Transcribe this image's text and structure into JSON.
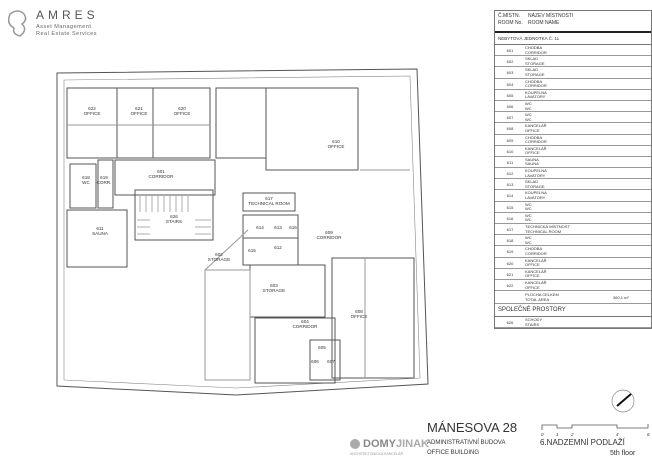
{
  "logo": {
    "brand": "AMRES",
    "line1": "Asset Management",
    "line2": "Real Estate Services"
  },
  "plan": {
    "rooms": [
      {
        "no": "622",
        "name": "OFFICE"
      },
      {
        "no": "621",
        "name": "OFFICE"
      },
      {
        "no": "620",
        "name": "OFFICE"
      },
      {
        "no": "610",
        "name": "OFFICE"
      },
      {
        "no": "618",
        "name": "WC"
      },
      {
        "no": "619",
        "name": "CORR."
      },
      {
        "no": "601",
        "name": "CORRIDOR"
      },
      {
        "no": "617",
        "name": "TECHNICAL ROOM"
      },
      {
        "no": "626",
        "name": "STAIRS"
      },
      {
        "no": "611",
        "name": "SAUNA"
      },
      {
        "no": "614",
        "name": ""
      },
      {
        "no": "613",
        "name": ""
      },
      {
        "no": "616",
        "name": ""
      },
      {
        "no": "609",
        "name": "CORRIDOR"
      },
      {
        "no": "615",
        "name": ""
      },
      {
        "no": "612",
        "name": ""
      },
      {
        "no": "602",
        "name": "STORAGE"
      },
      {
        "no": "603",
        "name": "STORAGE"
      },
      {
        "no": "608",
        "name": "OFFICE"
      },
      {
        "no": "604",
        "name": "CORRIDOR"
      },
      {
        "no": "605",
        "name": ""
      },
      {
        "no": "606",
        "name": ""
      },
      {
        "no": "607",
        "name": ""
      }
    ]
  },
  "legend": {
    "col1_cz": "Č.MÍSTN.",
    "col1_en": "ROOM No.",
    "col2_cz": "NÁZEV MÍSTNOSTI",
    "col2_en": "ROOM NAME",
    "section": "NEBYTOVÁ JEDNOTKA Č. 11",
    "rows": [
      {
        "no": "601",
        "cz": "CHODBA",
        "en": "CORRIDOR"
      },
      {
        "no": "602",
        "cz": "SKLAD",
        "en": "STORAGE"
      },
      {
        "no": "603",
        "cz": "SKLAD",
        "en": "STORAGE"
      },
      {
        "no": "604",
        "cz": "CHODBA",
        "en": "CORRIDOR"
      },
      {
        "no": "605",
        "cz": "KOUPELNA",
        "en": "LAVATORY"
      },
      {
        "no": "606",
        "cz": "WC",
        "en": "WC"
      },
      {
        "no": "607",
        "cz": "WC",
        "en": "WC"
      },
      {
        "no": "608",
        "cz": "KANCELÁŘ",
        "en": "OFFICE"
      },
      {
        "no": "609",
        "cz": "CHODBA",
        "en": "CORRIDOR"
      },
      {
        "no": "610",
        "cz": "KANCELÁŘ",
        "en": "OFFICE"
      },
      {
        "no": "611",
        "cz": "SAUNA",
        "en": "SAUNA"
      },
      {
        "no": "612",
        "cz": "KOUPELNA",
        "en": "LAVATORY"
      },
      {
        "no": "613",
        "cz": "SKLAD",
        "en": "STORAGE"
      },
      {
        "no": "614",
        "cz": "KOUPELNA",
        "en": "LAVATORY"
      },
      {
        "no": "615",
        "cz": "WC",
        "en": "WC"
      },
      {
        "no": "616",
        "cz": "WC",
        "en": "WC"
      },
      {
        "no": "617",
        "cz": "TECHNICKÁ MÍSTNOST",
        "en": "TECHNICAL ROOM"
      },
      {
        "no": "618",
        "cz": "WC",
        "en": "WC"
      },
      {
        "no": "619",
        "cz": "CHODBA",
        "en": "CORRIDOR"
      },
      {
        "no": "620",
        "cz": "KANCELÁŘ",
        "en": "OFFICE"
      },
      {
        "no": "621",
        "cz": "KANCELÁŘ",
        "en": "OFFICE"
      },
      {
        "no": "622",
        "cz": "KANCELÁŘ",
        "en": "OFFICE"
      }
    ],
    "total_cz": "PLOCHA CELKEM",
    "total_en": "TOTAL AREA",
    "total_value": "360,1 m²",
    "common": "SPOLEČNÉ PROSTORY",
    "common_rows": [
      {
        "no": "626",
        "cz": "SCHODY",
        "en": "STAIRS"
      }
    ]
  },
  "footer": {
    "title": "MÁNESOVA 28",
    "sub1": "ADMINISTRATIVNÍ BUDOVA",
    "sub2": "OFFICE BUILDING",
    "floor_cz": "6.NADZEMNÍ PODLAŽÍ",
    "floor_en": "5th floor",
    "scale_ticks": [
      "0",
      "1",
      "2",
      "4",
      "6"
    ],
    "architect_a": "DOMY",
    "architect_b": "JINAK",
    "architect_sub": "ARCHITEKTONICKÁ KANCELÁŘ"
  }
}
